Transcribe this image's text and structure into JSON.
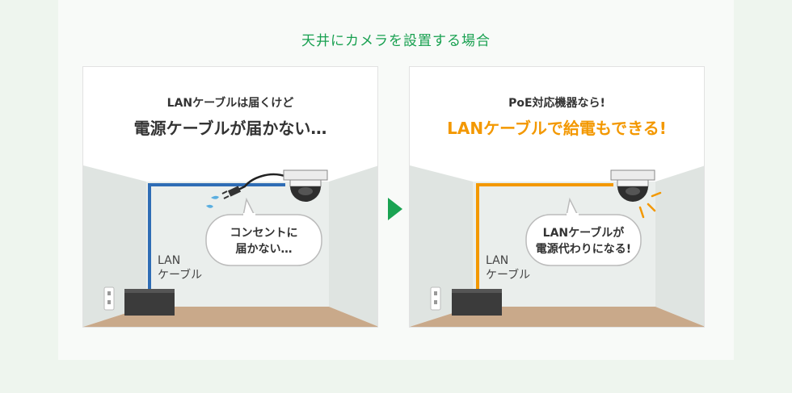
{
  "heading": "天井にカメラを設置する場合",
  "left_panel": {
    "caption_line1": "LANケーブルは届くけど",
    "caption_line2": "電源ケーブルが届かない…",
    "bubble_line1": "コンセントに",
    "bubble_line2": "届かない…",
    "cable_label_line1": "LAN",
    "cable_label_line2": "ケーブル",
    "cable_color": "#2f6db5"
  },
  "right_panel": {
    "caption_line1": "PoE対応機器なら!",
    "caption_line2": "LANケーブルで給電もできる!",
    "bubble_line1": "LANケーブルが",
    "bubble_line2": "電源代わりになる!",
    "cable_label_line1": "LAN",
    "cable_label_line2": "ケーブル",
    "cable_color": "#f39800"
  },
  "colors": {
    "heading": "#18a050",
    "accent_orange": "#f39800",
    "arrow": "#1aa352"
  }
}
